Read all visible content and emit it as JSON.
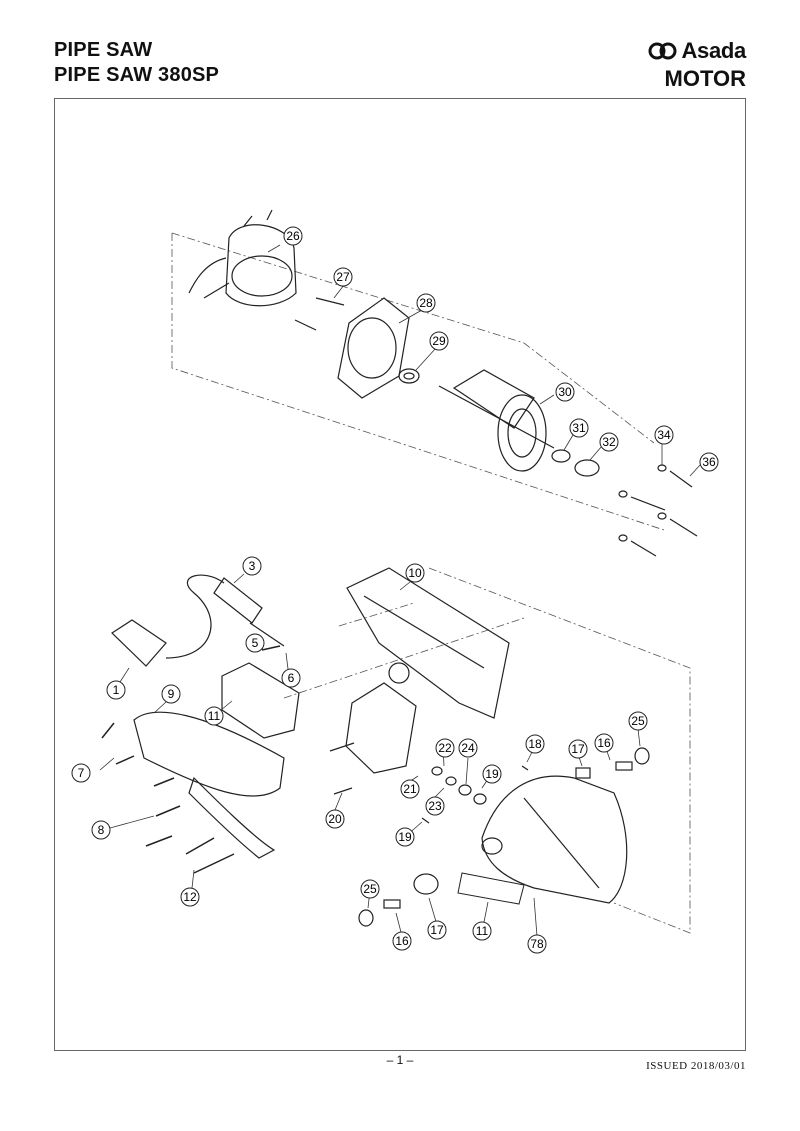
{
  "header": {
    "title_line1": "PIPE SAW",
    "title_line2": "PIPE SAW 380SP",
    "brand_name": "Asada",
    "brand_icon": "asada-logo-icon",
    "section": "MOTOR"
  },
  "callouts": [
    "26",
    "27",
    "28",
    "29",
    "30",
    "31",
    "32",
    "34",
    "36",
    "3",
    "10",
    "5",
    "6",
    "1",
    "9",
    "11",
    "7",
    "8",
    "12",
    "20",
    "21",
    "22",
    "23",
    "24",
    "19",
    "18",
    "17",
    "16",
    "25",
    "78"
  ],
  "footer": {
    "page_number": "– 1 –",
    "issued": "ISSUED 2018/03/01"
  }
}
